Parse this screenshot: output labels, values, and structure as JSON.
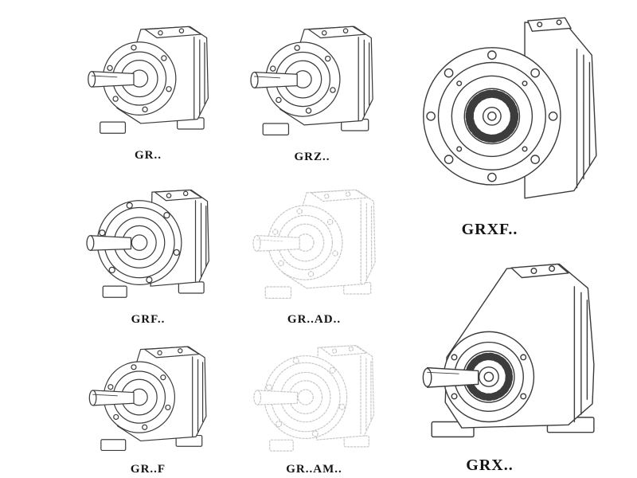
{
  "page": {
    "background_color": "#ffffff",
    "line_color": "#3c3c3c",
    "light_line_color": "#c8c8c8",
    "label_color": "#141414"
  },
  "items": [
    {
      "id": "gr",
      "label": "GR..",
      "drawing": "helical-gearbox-foot-mounted",
      "style": "solid"
    },
    {
      "id": "grz",
      "label": "GRZ..",
      "drawing": "helical-gearbox-foot-mounted",
      "style": "solid"
    },
    {
      "id": "grxf",
      "label": "GRXF..",
      "drawing": "helical-gearbox-flange-front-view",
      "style": "solid"
    },
    {
      "id": "grf",
      "label": "GRF..",
      "drawing": "helical-gearbox-flange-mounted",
      "style": "solid"
    },
    {
      "id": "grad",
      "label": "GR..AD..",
      "drawing": "helical-gearbox-foot-mounted",
      "style": "light-dashed"
    },
    {
      "id": "grff",
      "label": "GR..F",
      "drawing": "helical-gearbox-foot-mounted",
      "style": "solid"
    },
    {
      "id": "gram",
      "label": "GR..AM..",
      "drawing": "helical-gearbox-flange-mounted",
      "style": "light-dashed"
    },
    {
      "id": "grx",
      "label": "GRX..",
      "drawing": "helical-gearbox-foot-mounted-large",
      "style": "solid"
    }
  ]
}
